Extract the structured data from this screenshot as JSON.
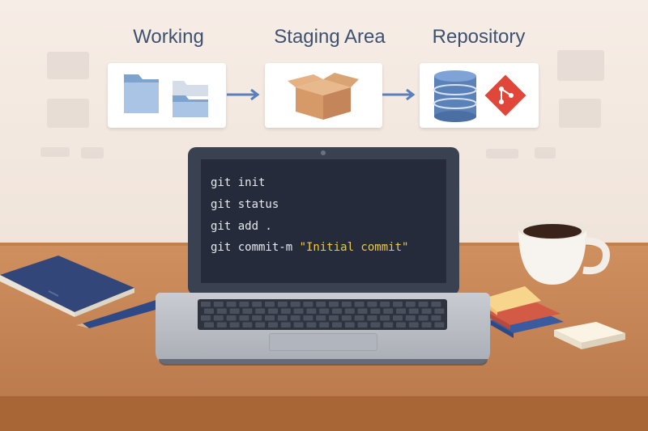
{
  "stages": {
    "working": "Working",
    "staging": "Staging Area",
    "repository": "Repository"
  },
  "terminal": {
    "line1": "git init",
    "line2": "git status",
    "line3": "git add .",
    "line4_cmd": "git commit-m ",
    "line4_msg": "\"Initial commit\""
  },
  "colors": {
    "label": "#3f5170",
    "arrow": "#5b7fb8",
    "git_logo": "#e0473a",
    "terminal_bg": "#252b3a",
    "terminal_string": "#f0c849"
  },
  "icons": [
    "folder-icon",
    "box-icon",
    "database-icon",
    "git-logo-icon"
  ]
}
